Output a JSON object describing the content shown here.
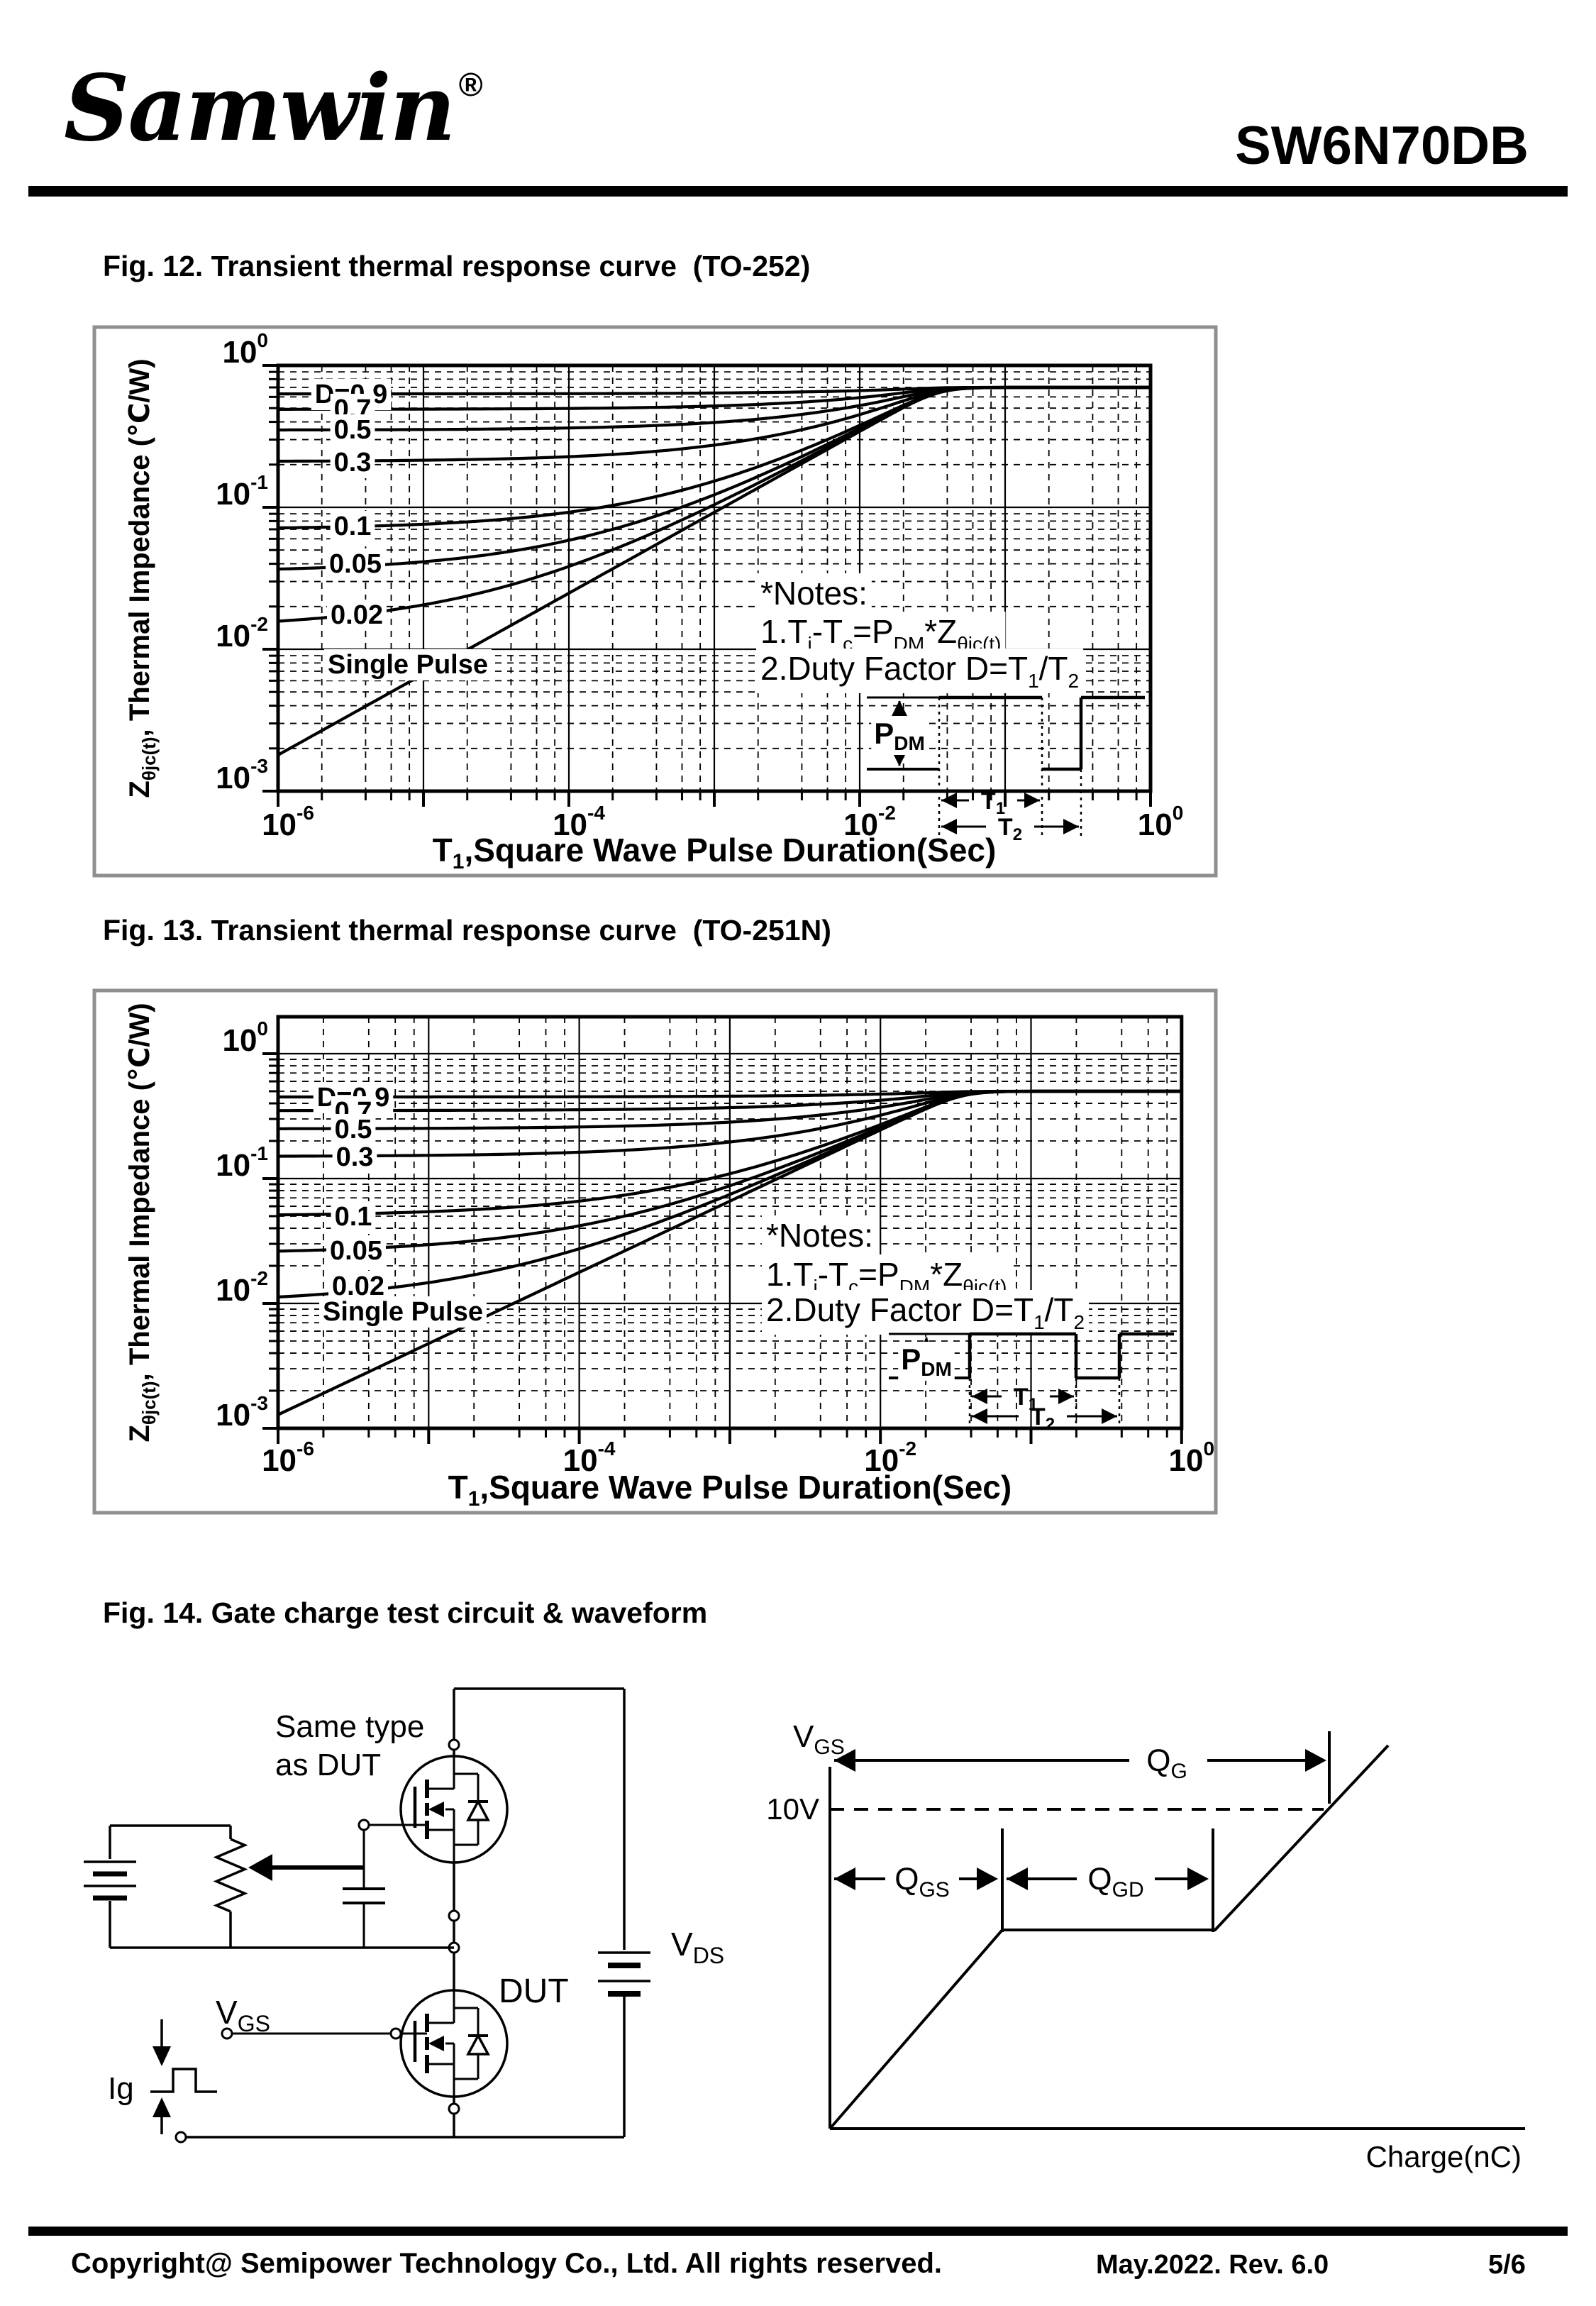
{
  "header": {
    "logo": "Samwin",
    "registered_mark": "®",
    "part_number": "SW6N70DB"
  },
  "figure12_title": "Fig. 12. Transient thermal response curve  (TO-252)",
  "figure13_title": "Fig. 13. Transient thermal response curve  (TO-251N)",
  "figure14_title": "Fig. 14. Gate charge test circuit & waveform",
  "colors": {
    "ink": "#000000",
    "background": "#ffffff",
    "figure_border": "#8f8f8f"
  },
  "chart_data": [
    {
      "type": "line",
      "name": "transient-thermal-impedance-TO-252",
      "title": "Transient thermal response curve (TO-252)",
      "xlabel_rich": [
        {
          "t": "T"
        },
        {
          "sub": "1"
        },
        {
          "t": ",Square Wave Pulse Duration(Sec)"
        }
      ],
      "ylabel_rich": [
        {
          "t": "Z"
        },
        {
          "sub": "θjc(t)"
        },
        {
          "t": ", Thermal  Impedance (℃/W)"
        }
      ],
      "x_log_range": [
        -6,
        0
      ],
      "y_log_range": [
        -3,
        0
      ],
      "tick_mantissa": "10",
      "x_tick_exponents": [
        -6,
        -4,
        -2,
        0
      ],
      "y_tick_exponents": [
        0,
        -1,
        -2,
        -3
      ],
      "grid": "log-log, solid decade lines, dashed minor lines",
      "rth_steady_state_c_per_w": 0.7,
      "duty_factor_series": [
        0.9,
        0.7,
        0.5,
        0.3,
        0.1,
        0.05,
        0.02
      ],
      "curve_labels": [
        "D=0.9",
        "0.7",
        "0.5",
        "0.3",
        "0.1",
        "0.05",
        "0.02"
      ],
      "single_pulse_label": "Single Pulse",
      "series_left_end_values_at_1e-6s": [
        0.63,
        0.5,
        0.36,
        0.21,
        0.071,
        0.037,
        0.016,
        0.002
      ],
      "notes_rich": [
        [
          {
            "t": "*Notes:"
          }
        ],
        [
          {
            "t": "1.T"
          },
          {
            "sub": "j"
          },
          {
            "t": "-T"
          },
          {
            "sub": "c"
          },
          {
            "t": "=P"
          },
          {
            "sub": "DM"
          },
          {
            "t": "*Z"
          },
          {
            "sub": "θjc(t)"
          }
        ],
        [
          {
            "t": "2.Duty Factor D=T"
          },
          {
            "sub": "1"
          },
          {
            "t": "/T"
          },
          {
            "sub": "2"
          }
        ]
      ],
      "inset_labels": {
        "pdm": [
          {
            "t": "P"
          },
          {
            "sub": "DM"
          }
        ],
        "t1": [
          {
            "t": "T"
          },
          {
            "sub": "1"
          }
        ],
        "t2": [
          {
            "t": "T"
          },
          {
            "sub": "2"
          }
        ]
      }
    },
    {
      "type": "line",
      "name": "transient-thermal-impedance-TO-251N",
      "title": "Transient thermal response curve (TO-251N)",
      "xlabel_rich": [
        {
          "t": "T"
        },
        {
          "sub": "1"
        },
        {
          "t": ",Square Wave Pulse Duration(Sec)"
        }
      ],
      "ylabel_rich": [
        {
          "t": "Z"
        },
        {
          "sub": "θjc(t)"
        },
        {
          "t": ", Thermal  Impedance (℃/W)"
        }
      ],
      "x_log_range": [
        -6,
        0
      ],
      "y_log_range": [
        -3,
        0.3
      ],
      "tick_mantissa": "10",
      "x_tick_exponents": [
        -6,
        -4,
        -2,
        0
      ],
      "y_tick_exponents": [
        0,
        -1,
        -2,
        -3
      ],
      "grid": "log-log, solid decade lines, dashed minor lines",
      "rth_steady_state_c_per_w": 0.5,
      "duty_factor_series": [
        0.9,
        0.7,
        0.5,
        0.3,
        0.1,
        0.05,
        0.02
      ],
      "curve_labels": [
        "D=0.9",
        "0.7",
        "0.5",
        "0.3",
        "0.1",
        "0.05",
        "0.02"
      ],
      "single_pulse_label": "Single Pulse",
      "series_left_end_values_at_1e-6s": [
        0.45,
        0.35,
        0.25,
        0.15,
        0.051,
        0.026,
        0.011,
        0.0014
      ],
      "notes_rich": [
        [
          {
            "t": "*Notes:"
          }
        ],
        [
          {
            "t": "1.T"
          },
          {
            "sub": "j"
          },
          {
            "t": "-T"
          },
          {
            "sub": "c"
          },
          {
            "t": "=P"
          },
          {
            "sub": "DM"
          },
          {
            "t": "*Z"
          },
          {
            "sub": "θjc(t)"
          }
        ],
        [
          {
            "t": "2.Duty Factor D=T"
          },
          {
            "sub": "1"
          },
          {
            "t": "/T"
          },
          {
            "sub": "2"
          }
        ]
      ],
      "inset_labels": {
        "pdm": [
          {
            "t": "P"
          },
          {
            "sub": "DM"
          }
        ],
        "t1": [
          {
            "t": "T"
          },
          {
            "sub": "1"
          }
        ],
        "t2": [
          {
            "t": "T"
          },
          {
            "sub": "2"
          }
        ]
      }
    },
    {
      "type": "line",
      "name": "gate-charge-waveform",
      "title": "Gate charge waveform",
      "xlabel": "Charge(nC)",
      "ylabel_rich": [
        {
          "t": "V"
        },
        {
          "sub": "GS"
        }
      ],
      "reference_level_label": "10V",
      "plateau_vgs_fraction_of_10v": 0.62,
      "curve_points_fraction_x_vs_v10": [
        [
          0,
          0
        ],
        [
          0.248,
          0.62
        ],
        [
          0.554,
          0.62
        ],
        [
          0.803,
          1.2
        ]
      ],
      "qg_span_fraction": [
        0,
        0.718
      ],
      "qgs_span_fraction": [
        0,
        0.248
      ],
      "qgd_span_fraction": [
        0.248,
        0.554
      ],
      "annotations_rich": {
        "qg": [
          {
            "t": "Q"
          },
          {
            "sub": "G"
          }
        ],
        "qgs": [
          {
            "t": "Q"
          },
          {
            "sub": "GS"
          }
        ],
        "qgd": [
          {
            "t": "Q"
          },
          {
            "sub": "GD"
          }
        ]
      }
    }
  ],
  "circuit": {
    "same_type_label_line1": "Same type",
    "same_type_label_line2": "as DUT",
    "dut_label": "DUT",
    "vgs_rich": [
      {
        "t": "V"
      },
      {
        "sub": "GS"
      }
    ],
    "vds_rich": [
      {
        "t": "V"
      },
      {
        "sub": "DS"
      }
    ],
    "ig_label": "Ig"
  },
  "footer": {
    "copyright": "Copyright@ Semipower Technology Co., Ltd. All rights reserved.",
    "revision": "May.2022. Rev. 6.0",
    "page_number": "5/6"
  }
}
